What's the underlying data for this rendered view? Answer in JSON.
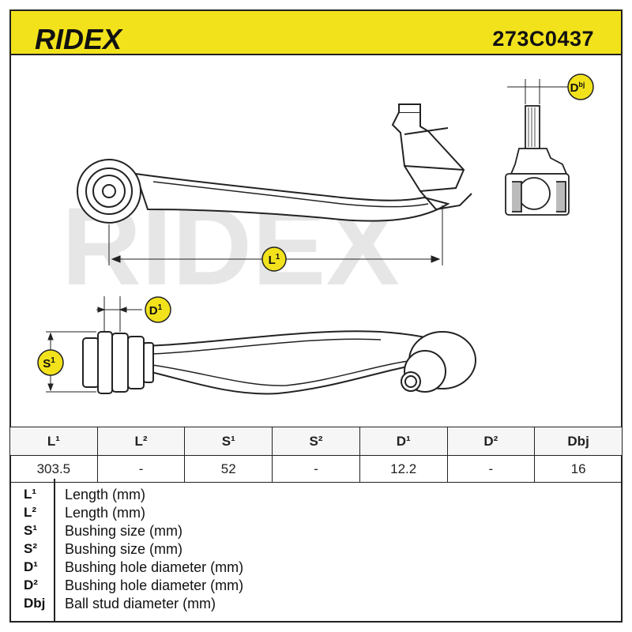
{
  "brand": "RIDEX",
  "part_number": "273C0437",
  "drawing": {
    "watermark": "RIDEX",
    "callouts": {
      "length": "L1",
      "ball_stud": "Dbj",
      "bushing_hole": "D1",
      "bushing_size": "S1"
    }
  },
  "specs": {
    "headers": [
      "L¹",
      "L²",
      "S¹",
      "S²",
      "D¹",
      "D²",
      "Dbj"
    ],
    "values": [
      "303.5",
      "-",
      "52",
      "-",
      "12.2",
      "-",
      "16"
    ]
  },
  "legend": [
    {
      "code": "L¹",
      "desc": "Length (mm)"
    },
    {
      "code": "L²",
      "desc": "Length (mm)"
    },
    {
      "code": "S¹",
      "desc": "Bushing size (mm)"
    },
    {
      "code": "S²",
      "desc": "Bushing size (mm)"
    },
    {
      "code": "D¹",
      "desc": "Bushing hole diameter (mm)"
    },
    {
      "code": "D²",
      "desc": "Bushing hole diameter (mm)"
    },
    {
      "code": "Dbj",
      "desc": "Ball stud diameter (mm)"
    }
  ],
  "colors": {
    "accent": "#f2e21c",
    "ink": "#222222",
    "watermark": "#e6e6e6"
  }
}
